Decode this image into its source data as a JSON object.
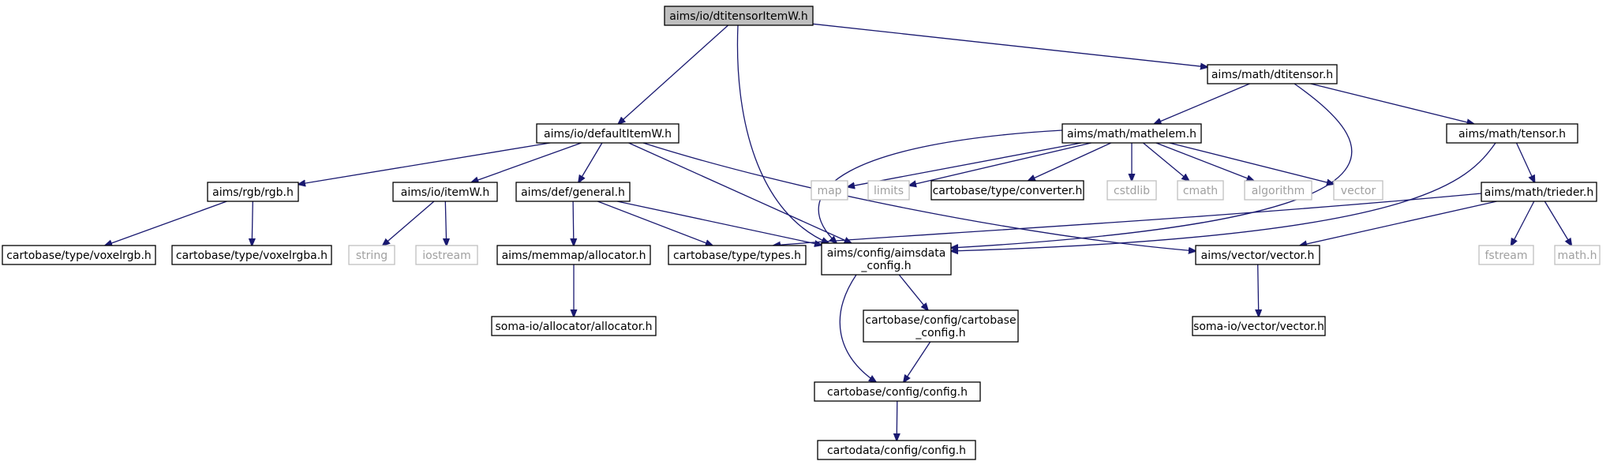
{
  "colors": {
    "edge": "#191970",
    "root_fill": "#bfbfbf",
    "node_border": "#000000",
    "external_border": "#bfbfbf",
    "external_text": "#a0a0a0"
  },
  "nodes": {
    "dtitensoritemw": {
      "lines": [
        "aims/io/dtitensorItemW.h"
      ],
      "kind": "root"
    },
    "defaultitemw": {
      "lines": [
        "aims/io/defaultItemW.h"
      ],
      "kind": "normal"
    },
    "dtitensor": {
      "lines": [
        "aims/math/dtitensor.h"
      ],
      "kind": "normal"
    },
    "mathelem": {
      "lines": [
        "aims/math/mathelem.h"
      ],
      "kind": "normal"
    },
    "tensor": {
      "lines": [
        "aims/math/tensor.h"
      ],
      "kind": "normal"
    },
    "rgb": {
      "lines": [
        "aims/rgb/rgb.h"
      ],
      "kind": "normal"
    },
    "itemw": {
      "lines": [
        "aims/io/itemW.h"
      ],
      "kind": "normal"
    },
    "general": {
      "lines": [
        "aims/def/general.h"
      ],
      "kind": "normal"
    },
    "map": {
      "lines": [
        "map"
      ],
      "kind": "external"
    },
    "limits": {
      "lines": [
        "limits"
      ],
      "kind": "external"
    },
    "converter": {
      "lines": [
        "cartobase/type/converter.h"
      ],
      "kind": "normal"
    },
    "cstdlib": {
      "lines": [
        "cstdlib"
      ],
      "kind": "external"
    },
    "cmath": {
      "lines": [
        "cmath"
      ],
      "kind": "external"
    },
    "algorithm": {
      "lines": [
        "algorithm"
      ],
      "kind": "external"
    },
    "vector": {
      "lines": [
        "vector"
      ],
      "kind": "external"
    },
    "trieder": {
      "lines": [
        "aims/math/trieder.h"
      ],
      "kind": "normal"
    },
    "voxelrgb": {
      "lines": [
        "cartobase/type/voxelrgb.h"
      ],
      "kind": "normal"
    },
    "voxelrgba": {
      "lines": [
        "cartobase/type/voxelrgba.h"
      ],
      "kind": "normal"
    },
    "string": {
      "lines": [
        "string"
      ],
      "kind": "external"
    },
    "iostream": {
      "lines": [
        "iostream"
      ],
      "kind": "external"
    },
    "allocator": {
      "lines": [
        "aims/memmap/allocator.h"
      ],
      "kind": "normal"
    },
    "types": {
      "lines": [
        "cartobase/type/types.h"
      ],
      "kind": "normal"
    },
    "aimsdataconfig": {
      "lines": [
        "aims/config/aimsdata",
        "_config.h"
      ],
      "kind": "normal"
    },
    "aimsvector": {
      "lines": [
        "aims/vector/vector.h"
      ],
      "kind": "normal"
    },
    "fstream": {
      "lines": [
        "fstream"
      ],
      "kind": "external"
    },
    "mathh": {
      "lines": [
        "math.h"
      ],
      "kind": "external"
    },
    "somaallocator": {
      "lines": [
        "soma-io/allocator/allocator.h"
      ],
      "kind": "normal"
    },
    "cartobaseconfig": {
      "lines": [
        "cartobase/config/cartobase",
        "_config.h"
      ],
      "kind": "normal"
    },
    "somavector": {
      "lines": [
        "soma-io/vector/vector.h"
      ],
      "kind": "normal"
    },
    "config": {
      "lines": [
        "cartobase/config/config.h"
      ],
      "kind": "normal"
    },
    "cartodataconfig": {
      "lines": [
        "cartodata/config/config.h"
      ],
      "kind": "normal"
    }
  },
  "edges": [
    [
      "dtitensoritemw",
      "defaultitemw"
    ],
    [
      "dtitensoritemw",
      "aimsdataconfig"
    ],
    [
      "dtitensoritemw",
      "dtitensor"
    ],
    [
      "defaultitemw",
      "rgb"
    ],
    [
      "defaultitemw",
      "itemw"
    ],
    [
      "defaultitemw",
      "general"
    ],
    [
      "defaultitemw",
      "aimsdataconfig"
    ],
    [
      "defaultitemw",
      "aimsvector"
    ],
    [
      "dtitensor",
      "mathelem"
    ],
    [
      "dtitensor",
      "tensor"
    ],
    [
      "dtitensor",
      "aimsdataconfig"
    ],
    [
      "mathelem",
      "aimsdataconfig"
    ],
    [
      "mathelem",
      "map"
    ],
    [
      "mathelem",
      "limits"
    ],
    [
      "mathelem",
      "converter"
    ],
    [
      "mathelem",
      "cstdlib"
    ],
    [
      "mathelem",
      "cmath"
    ],
    [
      "mathelem",
      "algorithm"
    ],
    [
      "mathelem",
      "vector"
    ],
    [
      "tensor",
      "trieder"
    ],
    [
      "tensor",
      "aimsdataconfig"
    ],
    [
      "rgb",
      "voxelrgb"
    ],
    [
      "rgb",
      "voxelrgba"
    ],
    [
      "itemw",
      "string"
    ],
    [
      "itemw",
      "iostream"
    ],
    [
      "general",
      "allocator"
    ],
    [
      "general",
      "types"
    ],
    [
      "general",
      "aimsdataconfig"
    ],
    [
      "trieder",
      "aimsvector"
    ],
    [
      "trieder",
      "types"
    ],
    [
      "trieder",
      "fstream"
    ],
    [
      "trieder",
      "mathh"
    ],
    [
      "allocator",
      "somaallocator"
    ],
    [
      "aimsdataconfig",
      "cartobaseconfig"
    ],
    [
      "aimsdataconfig",
      "config"
    ],
    [
      "cartobaseconfig",
      "config"
    ],
    [
      "aimsvector",
      "somavector"
    ],
    [
      "config",
      "cartodataconfig"
    ]
  ]
}
